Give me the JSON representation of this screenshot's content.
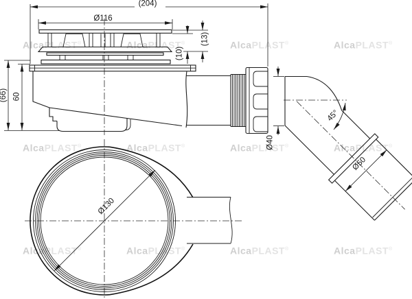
{
  "watermark": {
    "brand_bold": "Alca",
    "brand_light": "PLAST",
    "registered": "®"
  },
  "drawing": {
    "type": "technical-drawing",
    "views": {
      "side_section": "shower drain trap side view",
      "bottom": "flange bottom view"
    },
    "dimensions": {
      "overall_width": "(204)",
      "grate_diameter": "Ø116",
      "grate_height": "(13)",
      "plate_height": "(10)",
      "total_height": "(66)",
      "body_height": "60",
      "outlet_diameter": "Ø40",
      "elbow_angle": "45°",
      "socket_diameter": "Ø50",
      "flange_diameter": "Ø130"
    },
    "colors": {
      "line": "#1b1b1b",
      "background": "#ffffff",
      "watermark_bold": "#cfcfcf",
      "watermark_light": "#e3e3e3"
    }
  }
}
